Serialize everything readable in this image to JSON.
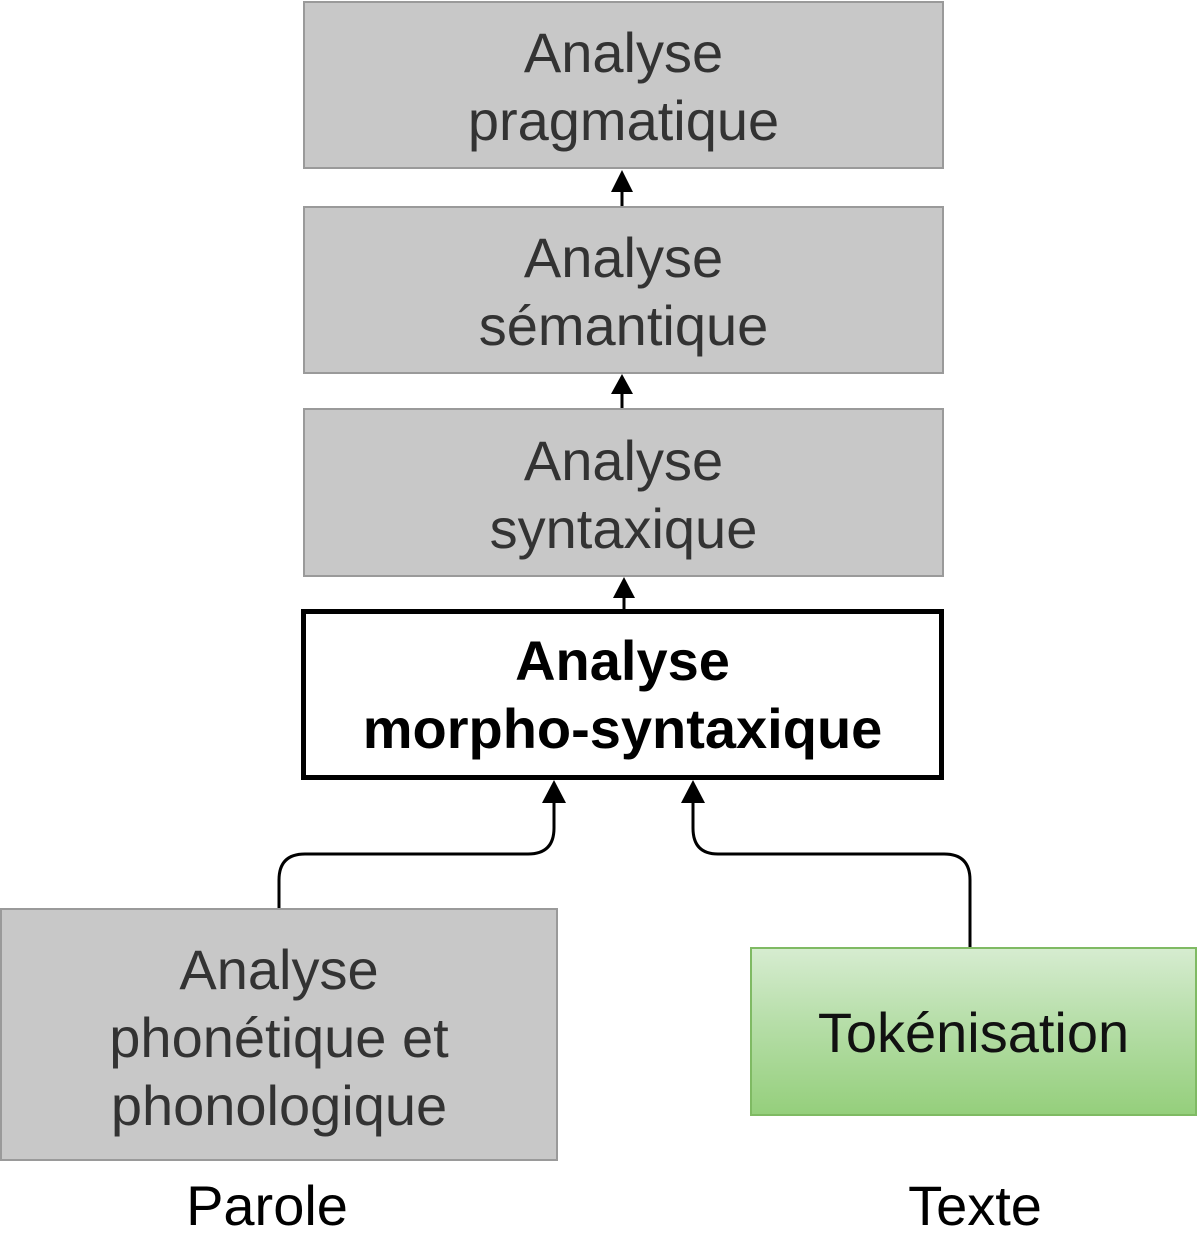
{
  "boxes": {
    "pragmatique": {
      "line1": "Analyse",
      "line2": "pragmatique"
    },
    "semantique": {
      "line1": "Analyse",
      "line2": "sémantique"
    },
    "syntaxique": {
      "line1": "Analyse",
      "line2": "syntaxique"
    },
    "morpho": {
      "line1": "Analyse",
      "line2": "morpho-syntaxique"
    },
    "phonetique": {
      "line1": "Analyse",
      "line2": "phonétique et",
      "line3": "phonologique"
    },
    "tokenisation": {
      "line1": "Tokénisation"
    }
  },
  "labels": {
    "parole": "Parole",
    "texte": "Texte"
  }
}
